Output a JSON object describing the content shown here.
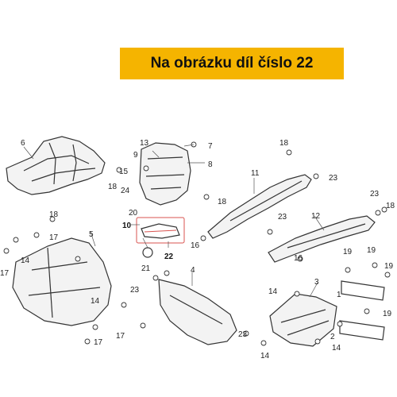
{
  "banner": {
    "text": "Na obrázku díl číslo 22",
    "color": "#f5b400"
  },
  "callouts": [
    "1",
    "2",
    "3",
    "4",
    "5",
    "6",
    "7",
    "8",
    "9",
    "10",
    "11",
    "12",
    "13",
    "14",
    "15",
    "16",
    "17",
    "18",
    "19",
    "20",
    "21",
    "22",
    "23",
    "24"
  ],
  "highlight": {
    "part_number": "22",
    "color": "#d9534f"
  }
}
